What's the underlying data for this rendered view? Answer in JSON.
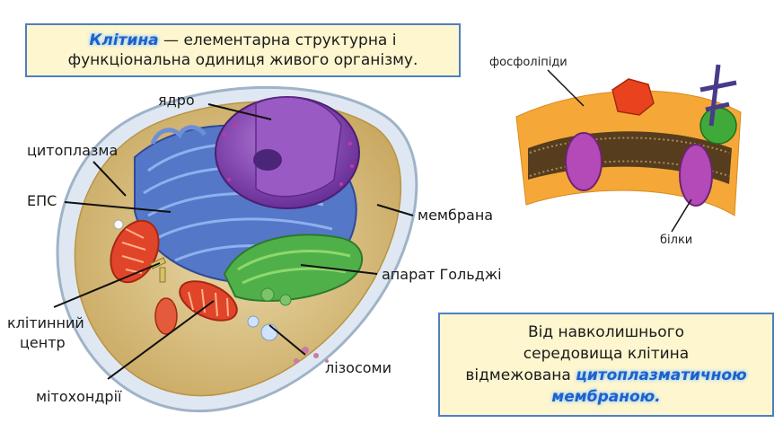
{
  "definition": {
    "term": "Клітина",
    "rest_line1": " — елементарна структурна і",
    "line2": "функціональна одиниця живого організму."
  },
  "note": {
    "line1": "Від навколишнього",
    "line2": "середовища клітина",
    "line3_prefix": "відмежована ",
    "highlight1": "цитоплазматичною",
    "highlight2": "мембраною."
  },
  "labels": {
    "nucleus": "ядро",
    "cytoplasm": "цитоплазма",
    "er": "ЕПС",
    "membrane": "мембрана",
    "golgi": "апарат Гольджі",
    "centrosome_1": "клітинний",
    "centrosome_2": "центр",
    "lysosomes": "лізосоми",
    "mitochondria": "мітохондрії",
    "phospholipids": "фосфоліпіди",
    "proteins": "білки"
  },
  "colors": {
    "box_fill": "#fdf6cf",
    "box_border": "#4f7fc0",
    "highlight": "#2060c8"
  }
}
